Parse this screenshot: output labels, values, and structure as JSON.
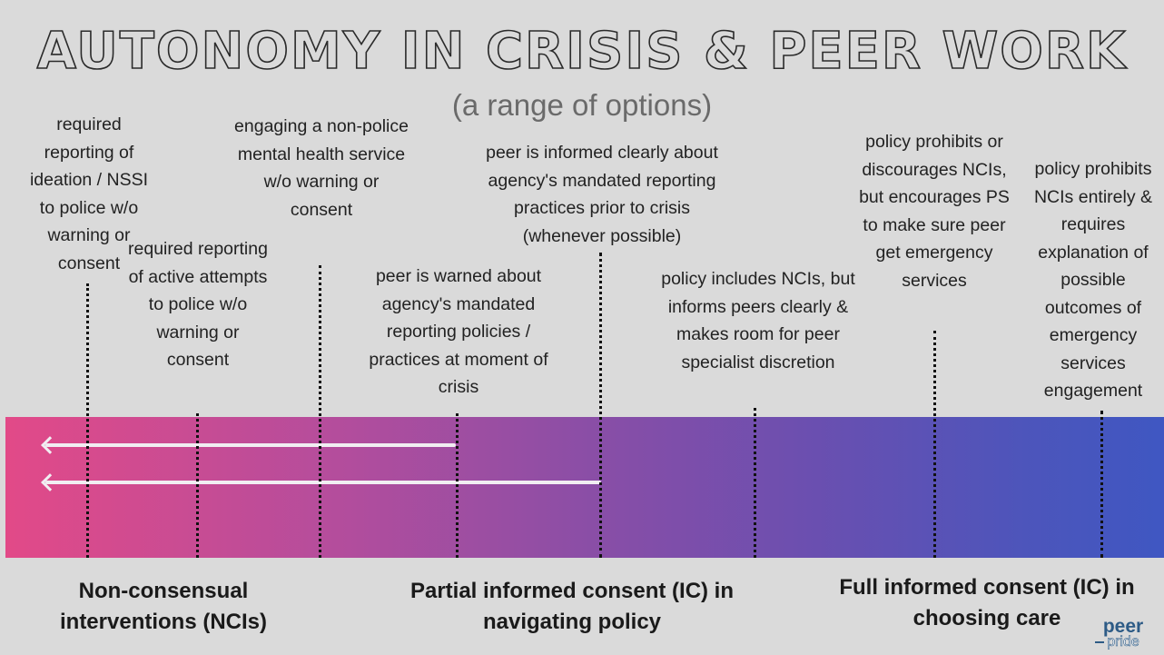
{
  "title": "AUTONOMY IN CRISIS & PEER WORK",
  "subtitle": "(a range of options)",
  "options": [
    {
      "id": "opt1",
      "text": "required reporting of ideation / NSSI to police w/o warning or consent"
    },
    {
      "id": "opt2",
      "text": "required reporting of active attempts to police w/o warning or consent"
    },
    {
      "id": "opt3",
      "text": "engaging a non-police mental health service w/o warning or consent"
    },
    {
      "id": "opt4",
      "text": "peer is warned about agency's mandated reporting policies / practices at moment of crisis"
    },
    {
      "id": "opt5",
      "text": "peer is informed clearly about agency's mandated reporting practices prior to crisis (whenever possible)"
    },
    {
      "id": "opt6",
      "text": "policy includes NCIs, but informs peers clearly & makes room for peer specialist discretion"
    },
    {
      "id": "opt7",
      "text": "policy prohibits or discourages NCIs, but encourages PS to make sure peer get emergency services"
    },
    {
      "id": "opt8",
      "text": "policy prohibits NCIs entirely & requires explanation of possible outcomes of emergency services engagement"
    }
  ],
  "categories": {
    "left": "Non-consensual interventions (NCIs)",
    "middle": "Partial informed consent (IC) in navigating policy",
    "right": "Full informed consent (IC) in choosing care"
  },
  "logo": {
    "top": "peer",
    "bottom": "pride"
  },
  "colors": {
    "gradient_start": "#e24a88",
    "gradient_end": "#3f57c2",
    "arrow": "#f1eef2"
  }
}
